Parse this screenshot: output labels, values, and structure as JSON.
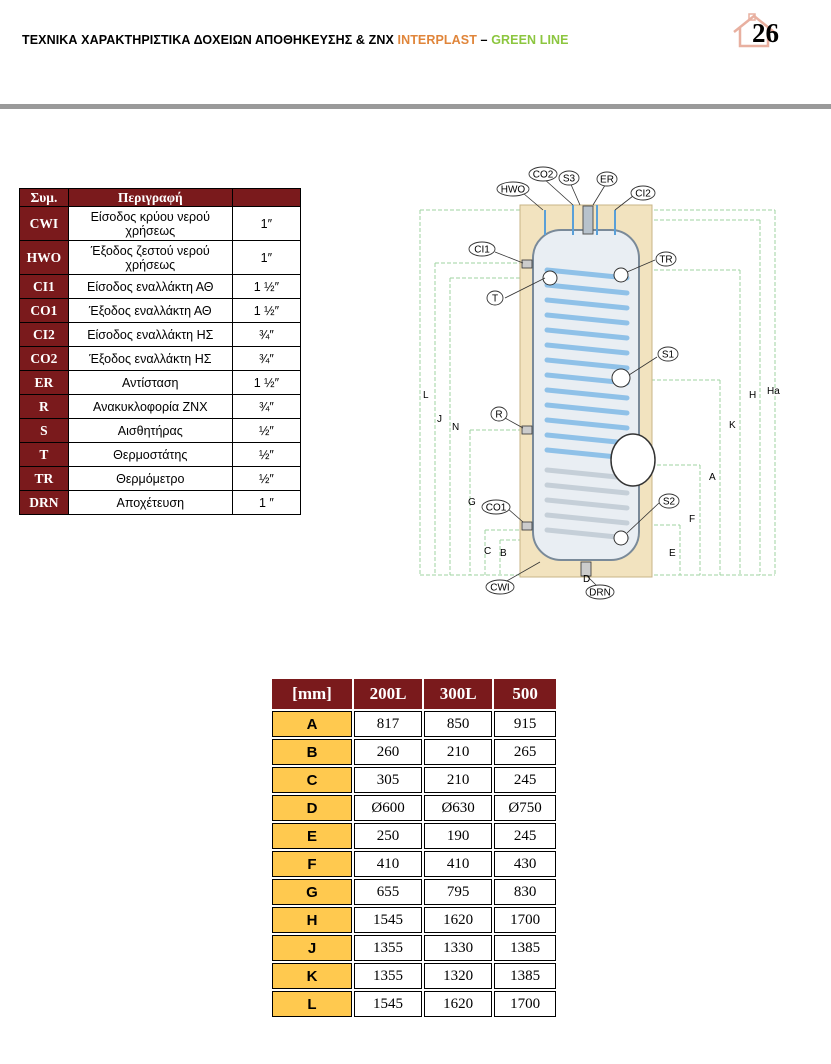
{
  "header": {
    "title_prefix": "ΤΕΧΝΙΚΑ ΧΑΡΑΚΤΗΡΙΣΤΙΚΑ ΔΟΧΕΙΩΝ ΑΠΟΘΗΚΕΥΣΗΣ & ΖΝΧ ",
    "brand": "INTERPLAST",
    "dash": " – ",
    "line_name": "GREEN LINE",
    "page_number": "26"
  },
  "colors": {
    "header_bg": "#7a1a1c",
    "key_cell_bg": "#ffc94f",
    "brand": "#e0853a",
    "green_line": "#8cc63f",
    "rule": "#9a9a9a"
  },
  "connections_table": {
    "headers": [
      "Συμ.",
      "Περιγραφή",
      ""
    ],
    "rows": [
      {
        "symbol": "CWI",
        "description": "Είσοδος κρύου νερού χρήσεως",
        "size": "1″"
      },
      {
        "symbol": "HWO",
        "description": "Έξοδος ζεστού νερού χρήσεως",
        "size": "1″"
      },
      {
        "symbol": "CI1",
        "description": "Είσοδος εναλλάκτη ΑΘ",
        "size": "1 ½″"
      },
      {
        "symbol": "CO1",
        "description": "Έξοδος εναλλάκτη ΑΘ",
        "size": "1 ½″"
      },
      {
        "symbol": "CI2",
        "description": "Είσοδος εναλλάκτη ΗΣ",
        "size": "¾″"
      },
      {
        "symbol": "CO2",
        "description": "Έξοδος εναλλάκτη ΗΣ",
        "size": "¾″"
      },
      {
        "symbol": "ER",
        "description": "Αντίσταση",
        "size": "1 ½″"
      },
      {
        "symbol": "R",
        "description": "Ανακυκλοφορία ΖΝΧ",
        "size": "¾″"
      },
      {
        "symbol": "S",
        "description": "Αισθητήρας",
        "size": "½″"
      },
      {
        "symbol": "T",
        "description": "Θερμοστάτης",
        "size": "½″"
      },
      {
        "symbol": "TR",
        "description": "Θερμόμετρο",
        "size": "½″"
      },
      {
        "symbol": "DRN",
        "description": "Αποχέτευση",
        "size": "1 ″"
      }
    ]
  },
  "diagram": {
    "callouts": [
      "CO2",
      "S3",
      "ER",
      "HWO",
      "CI2",
      "CI1",
      "TR",
      "T",
      "S1",
      "R",
      "CO1",
      "S2",
      "CWI",
      "DRN"
    ],
    "dimension_labels": [
      "L",
      "J",
      "N",
      "G",
      "C",
      "B",
      "D",
      "E",
      "F",
      "A",
      "K",
      "H",
      "Ha"
    ]
  },
  "dimensions_table": {
    "headers": [
      "[mm]",
      "200L",
      "300L",
      "500"
    ],
    "rows": [
      {
        "key": "A",
        "values": [
          "817",
          "850",
          "915"
        ]
      },
      {
        "key": "B",
        "values": [
          "260",
          "210",
          "265"
        ]
      },
      {
        "key": "C",
        "values": [
          "305",
          "210",
          "245"
        ]
      },
      {
        "key": "D",
        "values": [
          "Ø600",
          "Ø630",
          "Ø750"
        ]
      },
      {
        "key": "E",
        "values": [
          "250",
          "190",
          "245"
        ]
      },
      {
        "key": "F",
        "values": [
          "410",
          "410",
          "430"
        ]
      },
      {
        "key": "G",
        "values": [
          "655",
          "795",
          "830"
        ]
      },
      {
        "key": "H",
        "values": [
          "1545",
          "1620",
          "1700"
        ]
      },
      {
        "key": "J",
        "values": [
          "1355",
          "1330",
          "1385"
        ]
      },
      {
        "key": "K",
        "values": [
          "1355",
          "1320",
          "1385"
        ]
      },
      {
        "key": "L",
        "values": [
          "1545",
          "1620",
          "1700"
        ]
      }
    ]
  }
}
